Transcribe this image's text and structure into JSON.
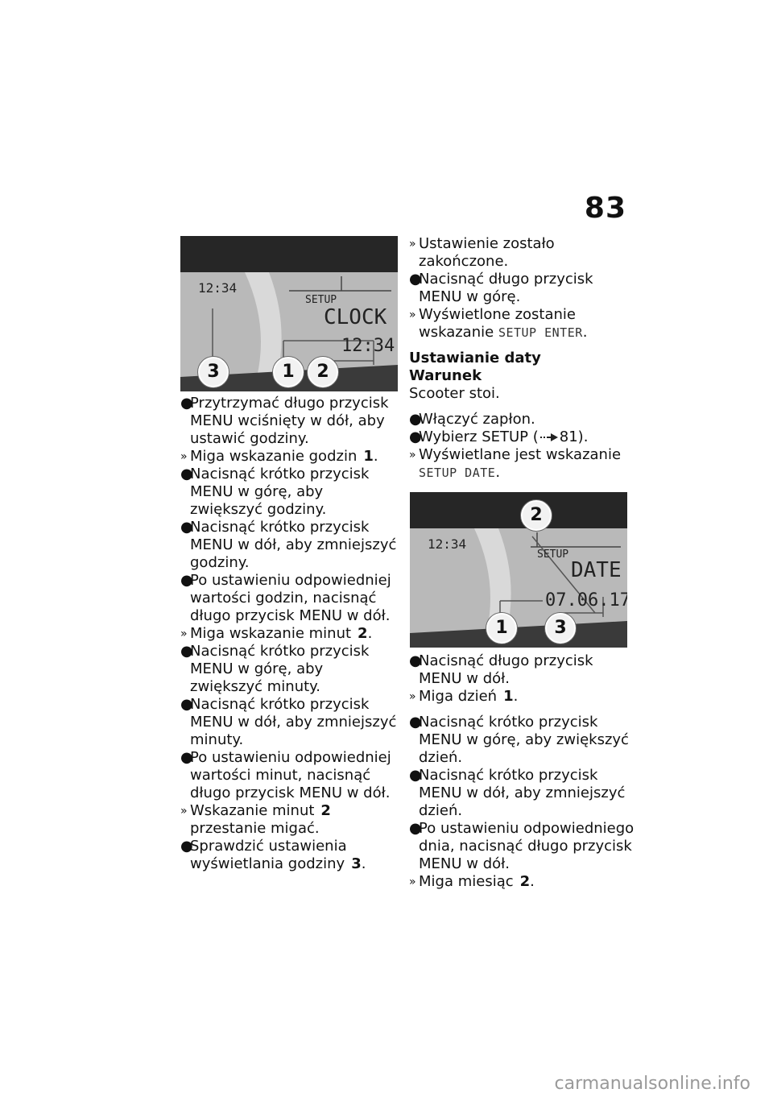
{
  "page_number": "83",
  "figure1": {
    "clock_small": "12:34",
    "setup_label": "SETUP",
    "main_label": "CLOCK",
    "clock_big": "12:34",
    "callouts": [
      "3",
      "1",
      "2"
    ]
  },
  "figure2": {
    "clock_small": "12:34",
    "setup_label": "SETUP",
    "main_label": "DATE",
    "date_value": "07.06.17",
    "callouts": [
      "2",
      "1",
      "3"
    ]
  },
  "left": {
    "i1": "Przytrzymać długo przycisk MENU wciśnięty w dół, aby ustawić godziny.",
    "i2": "Miga wskazanie godzin",
    "i2n": "1",
    "i3": "Nacisnąć krótko przycisk MENU w górę, aby zwiększyć godziny.",
    "i4": "Nacisnąć krótko przycisk MENU w dół, aby zmniejszyć godziny.",
    "i5": "Po ustawieniu odpowiedniej wartości godzin, nacisnąć długo przycisk MENU w dół.",
    "i6": "Miga wskazanie minut",
    "i6n": "2",
    "i7": "Nacisnąć krótko przycisk MENU w górę, aby zwiększyć minuty.",
    "i8": "Nacisnąć krótko przycisk MENU w dół, aby zmniejszyć minuty.",
    "i9": "Po ustawieniu odpowiedniej wartości minut, nacisnąć długo przycisk MENU w dół.",
    "i10a": "Wskazanie minut",
    "i10n": "2",
    "i10b": "przestanie migać.",
    "i11": "Sprawdzić ustawienia wyświetlania godziny",
    "i11n": "3"
  },
  "right": {
    "r1": "Ustawienie zostało zakończone.",
    "r2": "Nacisnąć długo przycisk MENU w górę.",
    "r3": "Wyświetlone zostanie wskazanie",
    "r3m": "SETUP ENTER",
    "heading": "Ustawianie daty",
    "subheading": "Warunek",
    "condition": "Scooter stoi.",
    "r4": "Włączyć zapłon.",
    "r5a": "Wybierz SETUP (",
    "r5b": "81).",
    "r6": "Wyświetlane jest wskazanie",
    "r6m": "SETUP DATE",
    "r7": "Nacisnąć długo przycisk MENU w dół.",
    "r8": "Miga dzień",
    "r8n": "1",
    "r9": "Nacisnąć krótko przycisk MENU w górę, aby zwiększyć dzień.",
    "r10": "Nacisnąć krótko przycisk MENU w dół, aby zmniejszyć dzień.",
    "r11": "Po ustawieniu odpowiedniego dnia, nacisnąć długo przycisk MENU w dół.",
    "r12": "Miga miesiąc",
    "r12n": "2"
  },
  "marks": {
    "bullet": "●",
    "result": "»"
  },
  "watermark": "carmanualsonline.info"
}
